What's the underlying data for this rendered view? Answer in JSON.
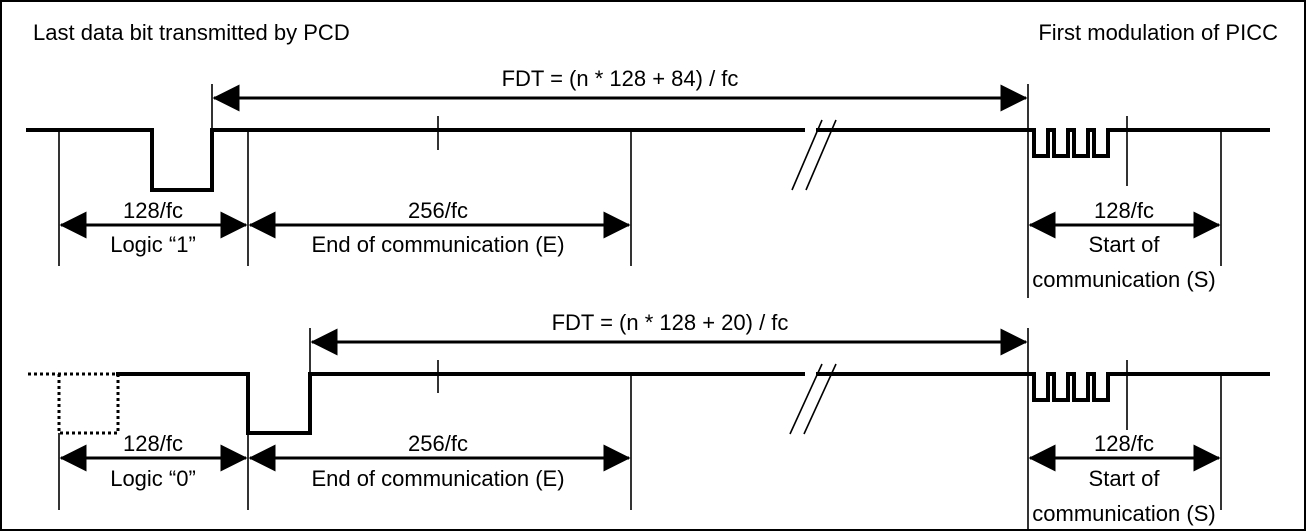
{
  "header": {
    "left_caption": "Last data bit transmitted by PCD",
    "right_caption": "First modulation of PICC"
  },
  "top": {
    "fdt_label": "FDT = (n * 128 + 84) / fc",
    "bit_duration": "128/fc",
    "bit_name": "Logic “1”",
    "end_duration": "256/fc",
    "end_label": "End of communication (E)",
    "start_duration": "128/fc",
    "start_line1": "Start of",
    "start_line2": "communication (S)"
  },
  "bottom": {
    "fdt_label": "FDT = (n * 128 + 20) / fc",
    "bit_duration": "128/fc",
    "bit_name": "Logic “0”",
    "end_duration": "256/fc",
    "end_label": "End of communication (E)",
    "start_duration": "128/fc",
    "start_line1": "Start of",
    "start_line2": "communication (S)"
  }
}
